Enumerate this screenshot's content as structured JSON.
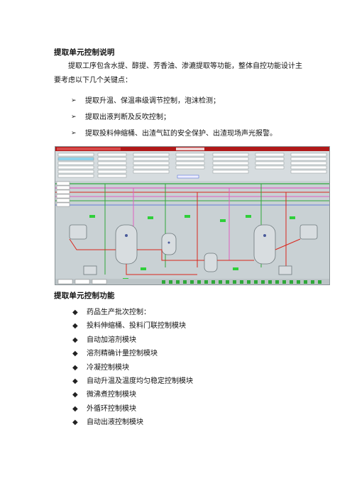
{
  "section1": {
    "heading": "提取单元控制说明",
    "paragraph": "提取工序包含水提、醇提、芳香油、渗漉提取等功能，整体自控功能设计主要考虑以下几个关键点：",
    "points": [
      "提取升温、保温串级调节控制，泡沫检测；",
      "提取出液判断及反吹控制；",
      "提取投料伸缩桶、出渣气缸的安全保护、出渣现场声光报警。"
    ]
  },
  "section2": {
    "heading": "提取单元控制功能",
    "features": [
      "药品生产批次控制：",
      "投料伸缩桶、投料门联控制模块",
      "自动加溶剂模块",
      "溶剂精确计量控制模块",
      "冷凝控制模块",
      "自动升温及温度均匀稳定控制模块",
      "微沸煮控制模块",
      "外循环控制模块",
      "自动出液控制模块"
    ]
  },
  "colors": {
    "scada_bg": "#c9d1d4",
    "title_bar": "#b01818",
    "pipe_red": "#d9261c",
    "pipe_green": "#2fa83a",
    "pipe_pink": "#e060c0",
    "pipe_blue": "#4060d8",
    "status_green": "#2fcf3a",
    "vessel": "#d8dde0"
  }
}
